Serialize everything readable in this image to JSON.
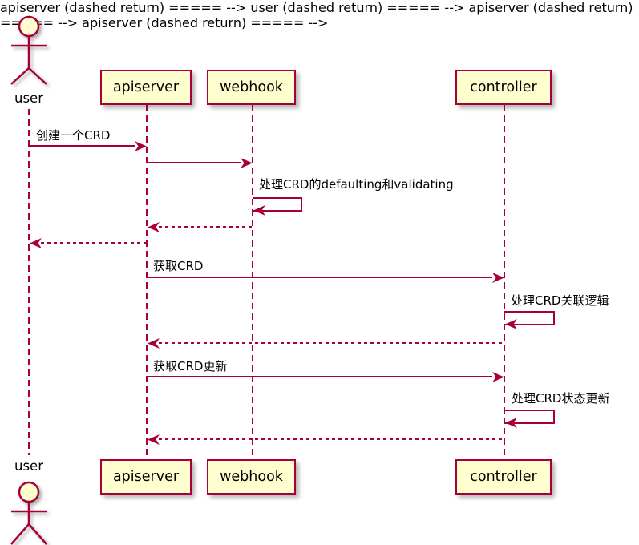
{
  "diagram": {
    "type": "sequence-diagram",
    "colors": {
      "line": "#A80036",
      "box_fill": "#FEFECE",
      "box_border": "#A80036",
      "text": "#000000",
      "background": "#FFFFFF"
    },
    "actors": [
      {
        "name": "user"
      }
    ],
    "participants": [
      {
        "label": "apiserver"
      },
      {
        "label": "webhook"
      },
      {
        "label": "controller"
      }
    ],
    "messages": [
      {
        "from": "user",
        "to": "apiserver",
        "label": "创建一个CRD",
        "style": "solid"
      },
      {
        "from": "apiserver",
        "to": "webhook",
        "label": "",
        "style": "solid"
      },
      {
        "from": "webhook",
        "to": "webhook",
        "label": "处理CRD的defaulting和validating",
        "style": "self"
      },
      {
        "from": "webhook",
        "to": "apiserver",
        "label": "",
        "style": "dashed-return"
      },
      {
        "from": "apiserver",
        "to": "user",
        "label": "",
        "style": "dashed-return"
      },
      {
        "from": "apiserver",
        "to": "controller",
        "label": "获取CRD",
        "style": "solid"
      },
      {
        "from": "controller",
        "to": "controller",
        "label": "处理CRD关联逻辑",
        "style": "self"
      },
      {
        "from": "controller",
        "to": "apiserver",
        "label": "",
        "style": "dashed-return"
      },
      {
        "from": "apiserver",
        "to": "controller",
        "label": "获取CRD更新",
        "style": "solid"
      },
      {
        "from": "controller",
        "to": "controller",
        "label": "处理CRD状态更新",
        "style": "self"
      },
      {
        "from": "controller",
        "to": "apiserver",
        "label": "",
        "style": "dashed-return"
      }
    ]
  }
}
